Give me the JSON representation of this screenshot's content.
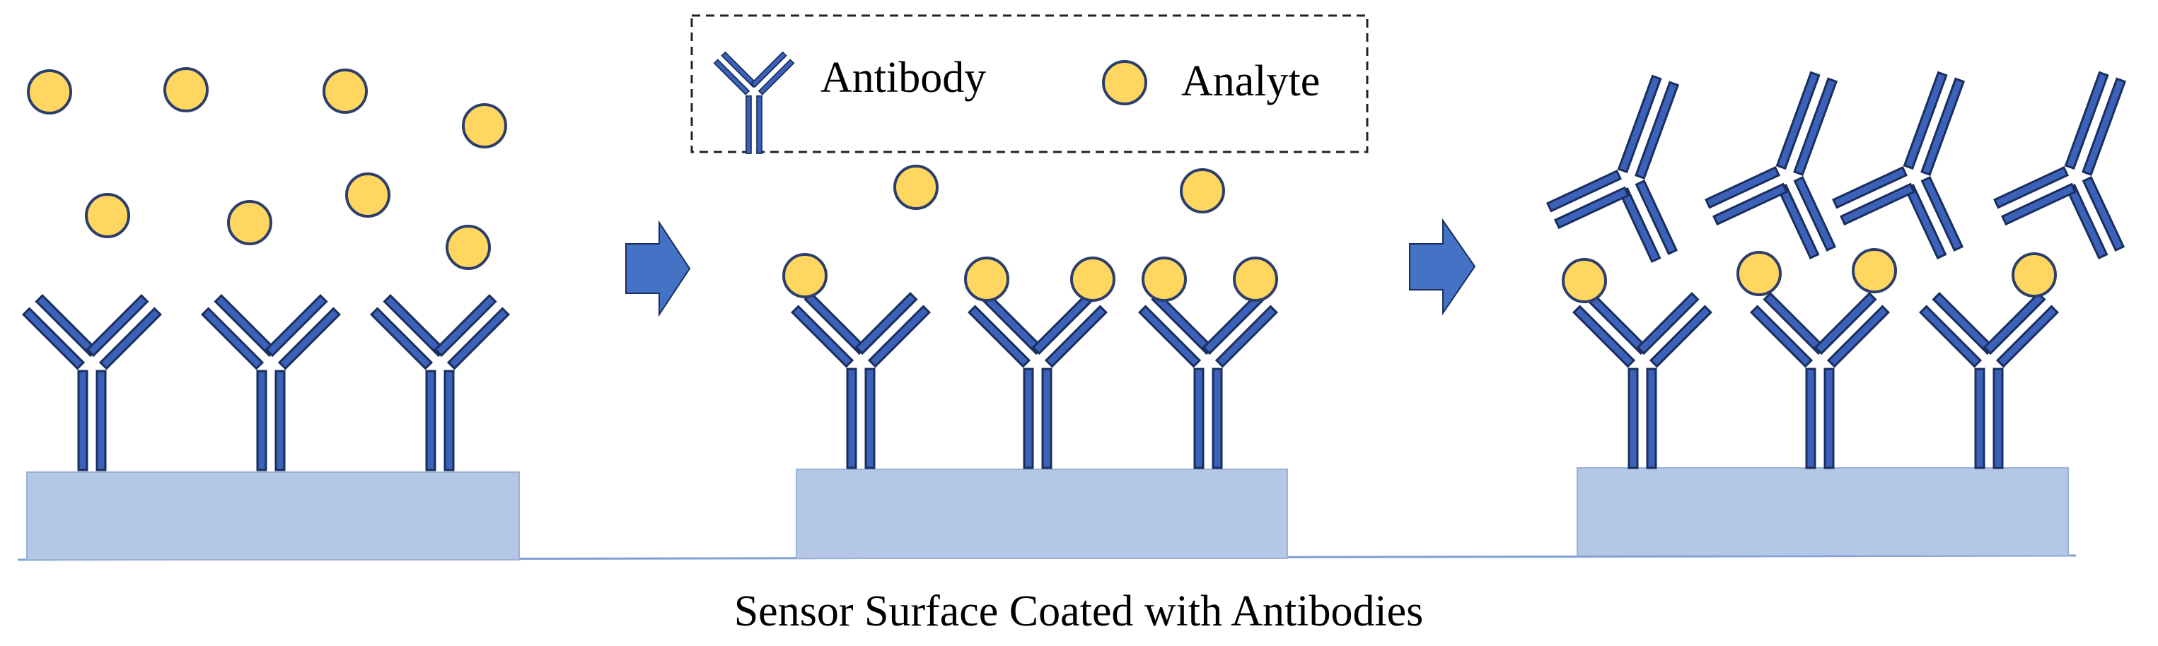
{
  "legend": {
    "antibody_label": "Antibody",
    "analyte_label": "Analyte"
  },
  "caption": "Sensor Surface Coated with Antibodies",
  "colors": {
    "antibody_fill": "#3b62b8",
    "antibody_stroke": "#1a2e5e",
    "analyte_fill": "#ffd760",
    "analyte_stroke": "#2c3e6b",
    "surface_fill": "#b4c7e7",
    "surface_stroke": "#9ab1d8",
    "arrow_fill": "#4472c4",
    "baseline": "#7f9fd6"
  },
  "icons": {
    "antibody": "antibody-icon",
    "analyte": "analyte-icon",
    "arrow": "arrow-right-icon"
  }
}
